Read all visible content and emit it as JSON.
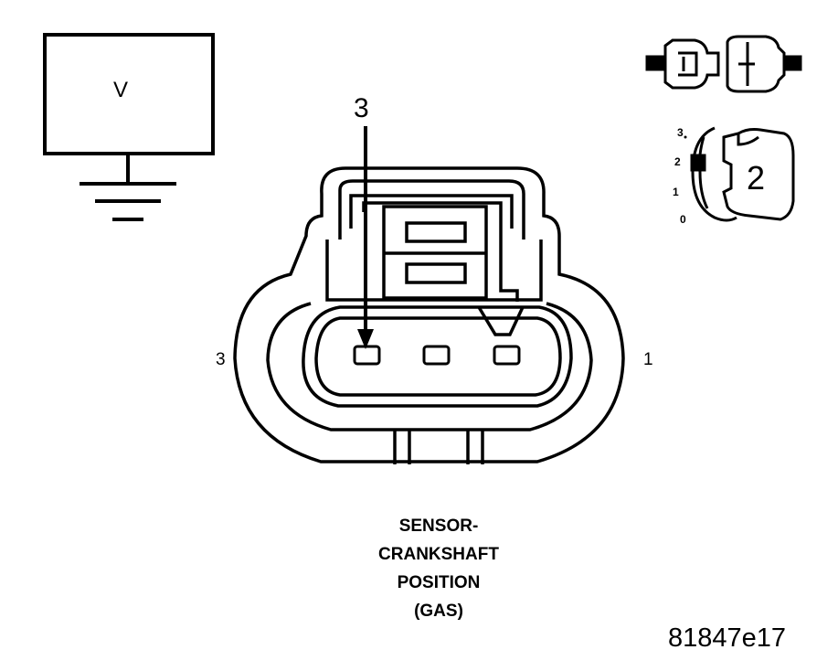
{
  "meter": {
    "label": "V",
    "icon": "ground-symbol-icon"
  },
  "connector": {
    "probe_pin_label": "3",
    "pin_left_label": "3",
    "pin_right_label": "1",
    "caption": {
      "line1": "SENSOR-",
      "line2": "CRANKSHAFT",
      "line3": "POSITION",
      "line4": "(GAS)"
    }
  },
  "tool": {
    "icon": "back-probe-connector-icon",
    "selector_scale": [
      "3",
      "2",
      "1",
      "0"
    ],
    "selected_value": "2"
  },
  "figure_id": "81847e17"
}
